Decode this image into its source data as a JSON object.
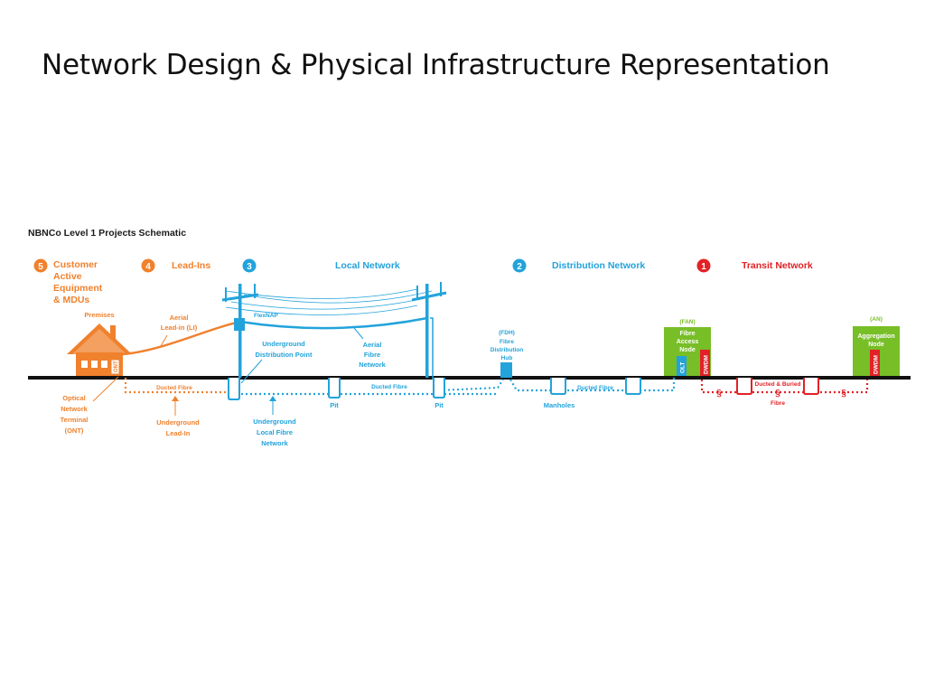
{
  "slide": {
    "title": "Network Design & Physical Infrastructure Representation"
  },
  "diagram": {
    "title": "NBNCo Level 1 Projects Schematic",
    "colors": {
      "orange": "#F0812D",
      "blue": "#22A3DB",
      "red": "#E22226",
      "green": "#78BE27",
      "ground": "#111111"
    },
    "sections": [
      {
        "number": "5",
        "lines": [
          "Customer",
          "Active",
          "Equipment",
          "& MDUs"
        ]
      },
      {
        "number": "4",
        "label": "Lead-Ins"
      },
      {
        "number": "3",
        "label": "Local Network"
      },
      {
        "number": "2",
        "label": "Distribution Network"
      },
      {
        "number": "1",
        "label": "Transit Network"
      }
    ],
    "labels": {
      "premises": "Premises",
      "aerial_leadin": [
        "Aerial",
        "Lead-in (LI)"
      ],
      "flexnap": "FlexNAP",
      "udp": [
        "Underground",
        "Distribution Point"
      ],
      "aerial_fibre": [
        "Aerial",
        "Fibre",
        "Network"
      ],
      "fdh": [
        "(FDH)",
        "Fibre",
        "Distribution",
        "Hub"
      ],
      "fan_code": "(FAN)",
      "fan": [
        "Fibre",
        "Access",
        "Node"
      ],
      "an_code": "(AN)",
      "an": [
        "Aggregation",
        "Node"
      ],
      "olt": "OLT",
      "dwdm": "DWDM",
      "ont_box": "ONT",
      "ducted_fibre": "Ducted Fibre",
      "ducted_buried": "Ducted & Buried",
      "fibre": "Fibre",
      "ont": [
        "Optical",
        "Network",
        "Terminal",
        "(ONT)"
      ],
      "underground_leadin": [
        "Underground",
        "Lead-In"
      ],
      "underground_local": [
        "Underground",
        "Local Fibre",
        "Network"
      ],
      "pit": "Pit",
      "manholes": "Manholes"
    }
  }
}
